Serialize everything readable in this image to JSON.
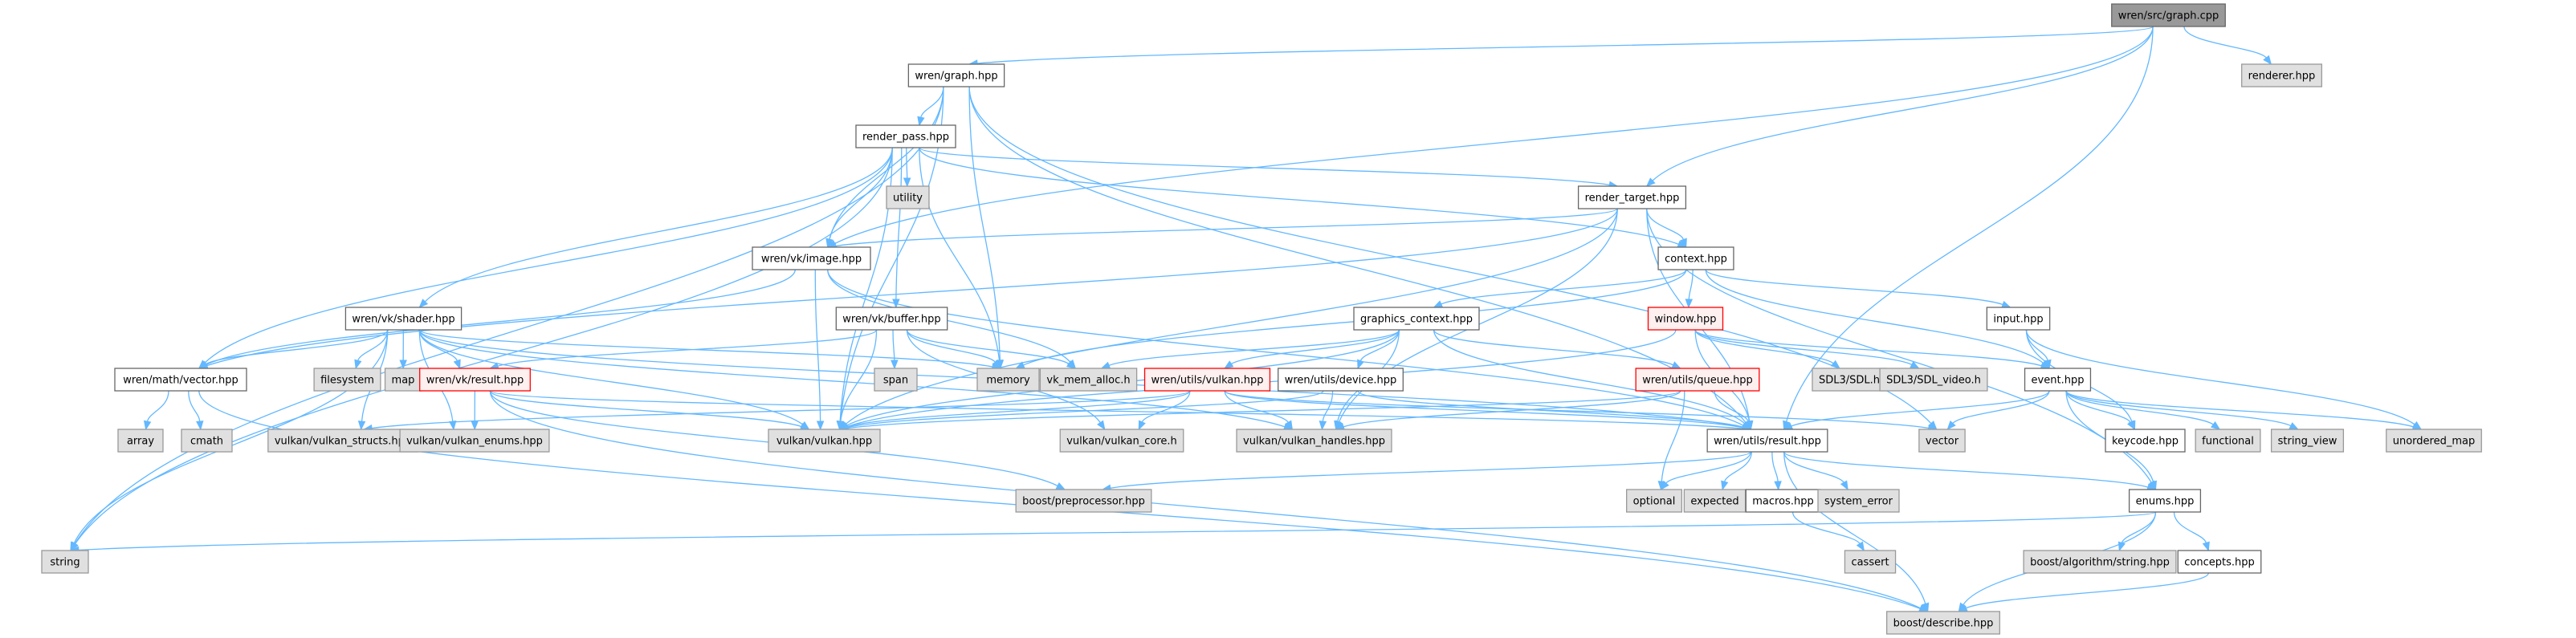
{
  "title": "wren/src/graph.cpp",
  "colors": {
    "edge": "#63b8ff",
    "root_fill": "#999999",
    "root_stroke": "#666666",
    "documented_fill": "#ffffff",
    "documented_stroke": "#666666",
    "external_fill": "#e0e0e0",
    "external_stroke": "#999999",
    "truncated_fill": "#fff0f0",
    "truncated_stroke": "#ff0000"
  },
  "nodes": [
    {
      "id": "graph_cpp",
      "label": "wren/src/graph.cpp",
      "kind": "root"
    },
    {
      "id": "renderer",
      "label": "renderer.hpp",
      "kind": "external"
    },
    {
      "id": "graph_hpp",
      "label": "wren/graph.hpp",
      "kind": "documented"
    },
    {
      "id": "render_pass",
      "label": "render_pass.hpp",
      "kind": "documented"
    },
    {
      "id": "utility",
      "label": "utility",
      "kind": "external"
    },
    {
      "id": "render_target",
      "label": "render_target.hpp",
      "kind": "documented"
    },
    {
      "id": "image",
      "label": "wren/vk/image.hpp",
      "kind": "documented"
    },
    {
      "id": "context",
      "label": "context.hpp",
      "kind": "documented"
    },
    {
      "id": "shader",
      "label": "wren/vk/shader.hpp",
      "kind": "documented"
    },
    {
      "id": "buffer",
      "label": "wren/vk/buffer.hpp",
      "kind": "documented"
    },
    {
      "id": "graphics_context",
      "label": "graphics_context.hpp",
      "kind": "documented"
    },
    {
      "id": "window",
      "label": "window.hpp",
      "kind": "truncated"
    },
    {
      "id": "input",
      "label": "input.hpp",
      "kind": "documented"
    },
    {
      "id": "math_vector",
      "label": "wren/math/vector.hpp",
      "kind": "documented"
    },
    {
      "id": "filesystem",
      "label": "filesystem",
      "kind": "external"
    },
    {
      "id": "map",
      "label": "map",
      "kind": "external"
    },
    {
      "id": "vk_result",
      "label": "wren/vk/result.hpp",
      "kind": "truncated"
    },
    {
      "id": "span",
      "label": "span",
      "kind": "external"
    },
    {
      "id": "memory",
      "label": "memory",
      "kind": "external"
    },
    {
      "id": "vk_mem_alloc",
      "label": "vk_mem_alloc.h",
      "kind": "external"
    },
    {
      "id": "utils_vulkan",
      "label": "wren/utils/vulkan.hpp",
      "kind": "truncated"
    },
    {
      "id": "utils_device",
      "label": "wren/utils/device.hpp",
      "kind": "documented"
    },
    {
      "id": "utils_queue",
      "label": "wren/utils/queue.hpp",
      "kind": "truncated"
    },
    {
      "id": "sdl",
      "label": "SDL3/SDL.h",
      "kind": "external"
    },
    {
      "id": "sdl_video",
      "label": "SDL3/SDL_video.h",
      "kind": "external"
    },
    {
      "id": "event",
      "label": "event.hpp",
      "kind": "documented"
    },
    {
      "id": "array",
      "label": "array",
      "kind": "external"
    },
    {
      "id": "cmath",
      "label": "cmath",
      "kind": "external"
    },
    {
      "id": "vk_structs",
      "label": "vulkan/vulkan_structs.hpp",
      "kind": "external"
    },
    {
      "id": "vk_enums",
      "label": "vulkan/vulkan_enums.hpp",
      "kind": "external"
    },
    {
      "id": "vulkan_hpp",
      "label": "vulkan/vulkan.hpp",
      "kind": "external"
    },
    {
      "id": "vk_core",
      "label": "vulkan/vulkan_core.h",
      "kind": "external"
    },
    {
      "id": "vk_handles",
      "label": "vulkan/vulkan_handles.hpp",
      "kind": "external"
    },
    {
      "id": "utils_result",
      "label": "wren/utils/result.hpp",
      "kind": "documented"
    },
    {
      "id": "vector",
      "label": "vector",
      "kind": "external"
    },
    {
      "id": "keycode",
      "label": "keycode.hpp",
      "kind": "documented"
    },
    {
      "id": "functional",
      "label": "functional",
      "kind": "external"
    },
    {
      "id": "string_view",
      "label": "string_view",
      "kind": "external"
    },
    {
      "id": "unordered_map",
      "label": "unordered_map",
      "kind": "external"
    },
    {
      "id": "boost_pp",
      "label": "boost/preprocessor.hpp",
      "kind": "external"
    },
    {
      "id": "optional",
      "label": "optional",
      "kind": "external"
    },
    {
      "id": "expected",
      "label": "expected",
      "kind": "external"
    },
    {
      "id": "macros",
      "label": "macros.hpp",
      "kind": "documented"
    },
    {
      "id": "system_error",
      "label": "system_error",
      "kind": "external"
    },
    {
      "id": "enums",
      "label": "enums.hpp",
      "kind": "documented"
    },
    {
      "id": "string",
      "label": "string",
      "kind": "external"
    },
    {
      "id": "cassert",
      "label": "cassert",
      "kind": "external"
    },
    {
      "id": "boost_algo",
      "label": "boost/algorithm/string.hpp",
      "kind": "external"
    },
    {
      "id": "concepts",
      "label": "concepts.hpp",
      "kind": "documented"
    },
    {
      "id": "boost_describe",
      "label": "boost/describe.hpp",
      "kind": "external"
    }
  ],
  "edges": [
    [
      "graph_cpp",
      "renderer"
    ],
    [
      "graph_cpp",
      "graph_hpp"
    ],
    [
      "graph_cpp",
      "render_target"
    ],
    [
      "graph_cpp",
      "image"
    ],
    [
      "graph_cpp",
      "utils_result"
    ],
    [
      "graph_hpp",
      "render_pass"
    ],
    [
      "graph_hpp",
      "string"
    ],
    [
      "graph_hpp",
      "memory"
    ],
    [
      "graph_hpp",
      "image"
    ],
    [
      "graph_hpp",
      "vulkan_hpp"
    ],
    [
      "graph_hpp",
      "utils_result"
    ],
    [
      "graph_hpp",
      "vector"
    ],
    [
      "render_pass",
      "utility"
    ],
    [
      "render_pass",
      "render_target"
    ],
    [
      "render_pass",
      "image"
    ],
    [
      "render_pass",
      "shader"
    ],
    [
      "render_pass",
      "buffer"
    ],
    [
      "render_pass",
      "context"
    ],
    [
      "render_pass",
      "memory"
    ],
    [
      "render_pass",
      "vulkan_hpp"
    ],
    [
      "render_pass",
      "string"
    ],
    [
      "render_pass",
      "math_vector"
    ],
    [
      "render_target",
      "image"
    ],
    [
      "render_target",
      "context"
    ],
    [
      "render_target",
      "math_vector"
    ],
    [
      "render_target",
      "vulkan_hpp"
    ],
    [
      "render_target",
      "vk_handles"
    ],
    [
      "render_target",
      "utils_result"
    ],
    [
      "render_target",
      "enums"
    ],
    [
      "image",
      "vk_mem_alloc"
    ],
    [
      "image",
      "vulkan_hpp"
    ],
    [
      "image",
      "utils_result"
    ],
    [
      "image",
      "math_vector"
    ],
    [
      "context",
      "graphics_context"
    ],
    [
      "context",
      "window"
    ],
    [
      "context",
      "input"
    ],
    [
      "context",
      "event"
    ],
    [
      "context",
      "memory"
    ],
    [
      "shader",
      "filesystem"
    ],
    [
      "shader",
      "map"
    ],
    [
      "shader",
      "vk_result"
    ],
    [
      "shader",
      "math_vector"
    ],
    [
      "shader",
      "string"
    ],
    [
      "shader",
      "vk_structs"
    ],
    [
      "shader",
      "vk_enums"
    ],
    [
      "shader",
      "vulkan_hpp"
    ],
    [
      "shader",
      "vk_handles"
    ],
    [
      "shader",
      "utils_result"
    ],
    [
      "shader",
      "memory"
    ],
    [
      "buffer",
      "span"
    ],
    [
      "buffer",
      "memory"
    ],
    [
      "buffer",
      "vk_mem_alloc"
    ],
    [
      "buffer",
      "vulkan_hpp"
    ],
    [
      "buffer",
      "vk_core"
    ],
    [
      "buffer",
      "vk_result"
    ],
    [
      "graphics_context",
      "utils_vulkan"
    ],
    [
      "graphics_context",
      "utils_device"
    ],
    [
      "graphics_context",
      "utils_queue"
    ],
    [
      "graphics_context",
      "vk_handles"
    ],
    [
      "graphics_context",
      "vk_mem_alloc"
    ],
    [
      "graphics_context",
      "vulkan_hpp"
    ],
    [
      "graphics_context",
      "utils_result"
    ],
    [
      "window",
      "sdl"
    ],
    [
      "window",
      "sdl_video"
    ],
    [
      "window",
      "event"
    ],
    [
      "window",
      "utils_result"
    ],
    [
      "window",
      "vulkan_hpp"
    ],
    [
      "input",
      "event"
    ],
    [
      "input",
      "keycode"
    ],
    [
      "input",
      "unordered_map"
    ],
    [
      "math_vector",
      "array"
    ],
    [
      "math_vector",
      "cmath"
    ],
    [
      "math_vector",
      "boost_describe"
    ],
    [
      "vk_result",
      "vk_enums"
    ],
    [
      "vk_result",
      "vulkan_hpp"
    ],
    [
      "vk_result",
      "boost_pp"
    ],
    [
      "vk_result",
      "boost_describe"
    ],
    [
      "vk_result",
      "utils_result"
    ],
    [
      "utils_vulkan",
      "vulkan_hpp"
    ],
    [
      "utils_vulkan",
      "vk_core"
    ],
    [
      "utils_vulkan",
      "vk_handles"
    ],
    [
      "utils_vulkan",
      "utils_result"
    ],
    [
      "utils_vulkan",
      "vector"
    ],
    [
      "utils_vulkan",
      "vk_structs"
    ],
    [
      "utils_device",
      "vk_handles"
    ],
    [
      "utils_device",
      "utils_result"
    ],
    [
      "utils_device",
      "vulkan_hpp"
    ],
    [
      "utils_queue",
      "vk_handles"
    ],
    [
      "utils_queue",
      "utils_result"
    ],
    [
      "utils_queue",
      "optional"
    ],
    [
      "utils_queue",
      "vulkan_hpp"
    ],
    [
      "event",
      "keycode"
    ],
    [
      "event",
      "functional"
    ],
    [
      "event",
      "string_view"
    ],
    [
      "event",
      "unordered_map"
    ],
    [
      "event",
      "vector"
    ],
    [
      "event",
      "enums"
    ],
    [
      "event",
      "utils_result"
    ],
    [
      "utils_result",
      "boost_pp"
    ],
    [
      "utils_result",
      "optional"
    ],
    [
      "utils_result",
      "expected"
    ],
    [
      "utils_result",
      "macros"
    ],
    [
      "utils_result",
      "system_error"
    ],
    [
      "utils_result",
      "enums"
    ],
    [
      "utils_result",
      "boost_describe"
    ],
    [
      "macros",
      "cassert"
    ],
    [
      "enums",
      "string"
    ],
    [
      "enums",
      "boost_algo"
    ],
    [
      "enums",
      "concepts"
    ],
    [
      "enums",
      "boost_describe"
    ],
    [
      "concepts",
      "boost_describe"
    ]
  ]
}
